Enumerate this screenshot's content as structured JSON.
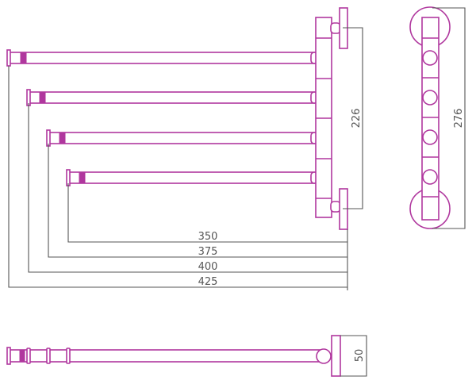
{
  "colors": {
    "product_outline": "#b0379e",
    "dimension_lines": "#555555"
  },
  "dimensions": {
    "arm_lengths": [
      "350",
      "375",
      "400",
      "425"
    ],
    "arm_spacing": "226",
    "total_height": "276",
    "depth": "50"
  }
}
